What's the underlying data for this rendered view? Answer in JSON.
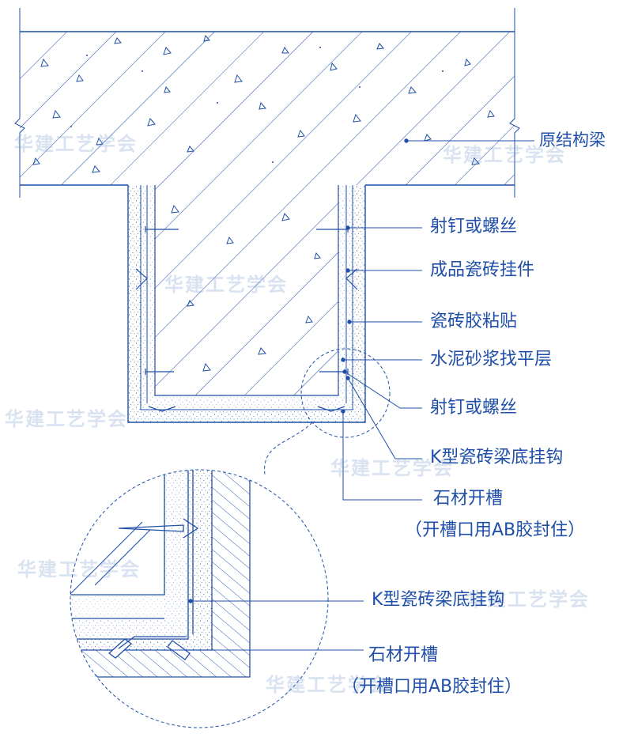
{
  "colors": {
    "line": "#1f4fa8",
    "paper": "#ffffff",
    "watermark": "#9fb6dc"
  },
  "labels": {
    "original_beam": "原结构梁",
    "nail_screw_1": "射钉或螺丝",
    "tile_hanger": "成品瓷砖挂件",
    "tile_adhesive": "瓷砖胶粘贴",
    "mortar_layer": "水泥砂浆找平层",
    "nail_screw_2": "射钉或螺丝",
    "k_hook": "K型瓷砖梁底挂钩",
    "stone_groove": "石材开槽",
    "groove_note": "（开槽口用AB胶封住）",
    "detail_k_hook": "K型瓷砖梁底挂钩",
    "detail_stone_groove": "石材开槽",
    "detail_groove_note": "（开槽口用AB胶封住）"
  },
  "watermark": "华建工艺学会"
}
